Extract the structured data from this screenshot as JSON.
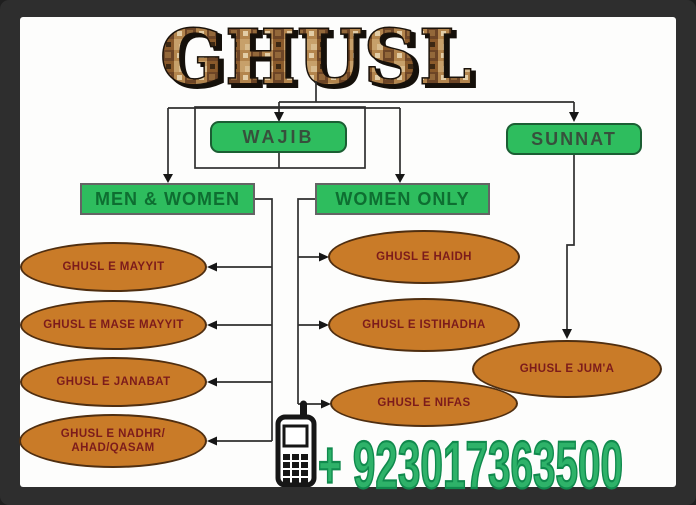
{
  "title": "GHUSL",
  "levels": {
    "wajib": "WAJIB",
    "sunnat": "SUNNAT",
    "men_women": "MEN & WOMEN",
    "women_only": "WOMEN ONLY"
  },
  "men_women_items": [
    "GHUSL E MAYYIT",
    "GHUSL E MASE MAYYIT",
    "GHUSL E JANABAT",
    "GHUSL E NADHR/\nAHAD/QASAM"
  ],
  "women_only_items": [
    "GHUSL E HAIDH",
    "GHUSL E ISTIHADHA",
    "GHUSL E NIFAS"
  ],
  "sunnat_items": [
    "GHUSL E JUM'A"
  ],
  "contact": {
    "phone_number": "+ 923017363500",
    "icon": "mobile-phone-icon"
  },
  "colors": {
    "box_green": "#2ebd5e",
    "ellipse_orange": "#c97b28",
    "ellipse_text": "#7c1b1b",
    "phone_green": "#2eb269",
    "frame_dark": "#2e2e2e",
    "connector": "#2f2f2f"
  }
}
